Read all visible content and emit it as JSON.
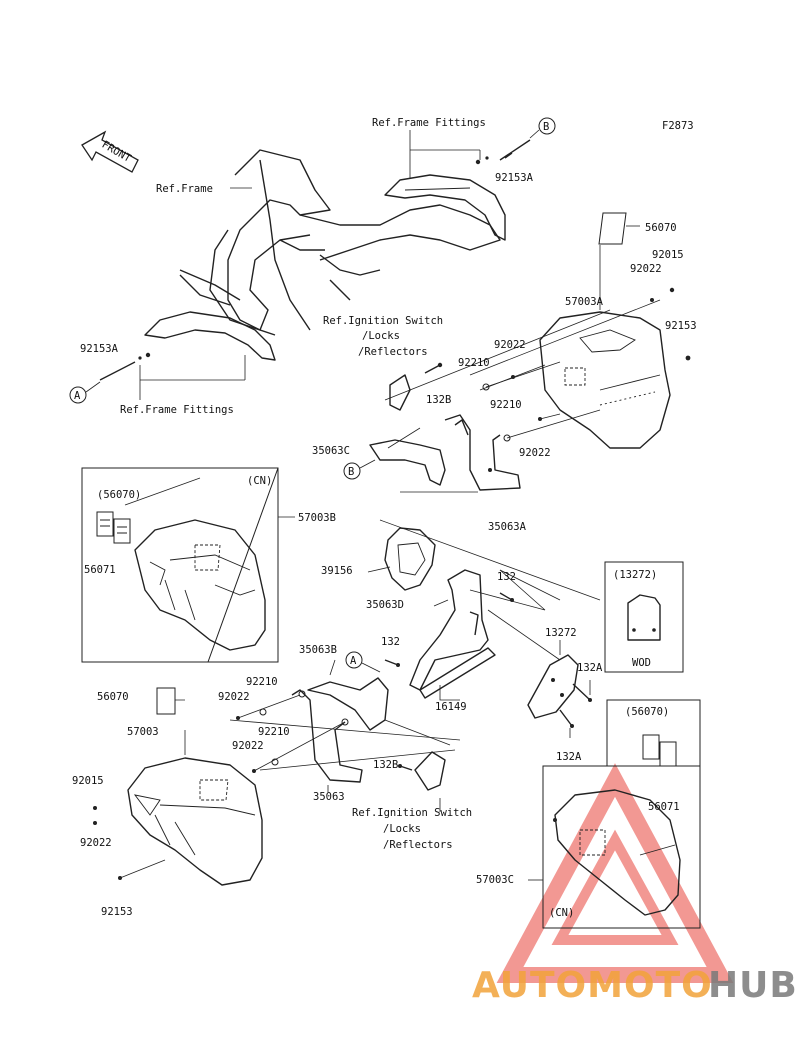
{
  "figure_code": "F2873",
  "front_label": "FRONT",
  "callouts": {
    "A": "A",
    "B": "B"
  },
  "labels": {
    "ref_frame": "Ref.Frame",
    "ref_frame_fittings_top": "Ref.Frame Fittings",
    "ref_frame_fittings_left": "Ref.Frame Fittings",
    "ref_ignition_1": [
      "Ref.Ignition Switch",
      "/Locks",
      "/Reflectors"
    ],
    "ref_ignition_2": [
      "Ref.Ignition Switch",
      "/Locks",
      "/Reflectors"
    ]
  },
  "part_numbers": {
    "p92153A_top": "92153A",
    "p92153A_left": "92153A",
    "p56070_r": "56070",
    "p92015_r": "92015",
    "p92022_r1": "92022",
    "p57003A": "57003A",
    "p92153_r": "92153",
    "p92022_r2": "92022",
    "p92210_r1": "92210",
    "p132B_top": "132B",
    "p92210_r2": "92210",
    "p35063C": "35063C",
    "p92022_r3": "92022",
    "p35063A": "35063A",
    "p57003B": "57003B",
    "p56070_cn_top": "(56070)",
    "p56071_cn_top": "56071",
    "cn_top": "(CN)",
    "p39156": "39156",
    "p132_a": "132",
    "p35063D": "35063D",
    "p13272_wod": "(13272)",
    "wod": "WOD",
    "p13272": "13272",
    "p132_b": "132",
    "p35063B": "35063B",
    "p132A_1": "132A",
    "p16149": "16149",
    "p92210_l1": "92210",
    "p56070_l": "56070",
    "p92022_l1": "92022",
    "p57003": "57003",
    "p92210_l2": "92210",
    "p92022_l2": "92022",
    "p132A_2": "132A",
    "p132B_bottom": "132B",
    "p56070_cn_bottom": "(56070)",
    "p92015_l": "92015",
    "p35063": "35063",
    "p92022_l3": "92022",
    "p56071_cn_bottom": "56071",
    "p57003C": "57003C",
    "cn_bottom": "(CN)",
    "p92153_l": "92153"
  },
  "watermark": {
    "part1": "AUTOMOTO",
    "part2": "HUB",
    "color_red": "#e8453c",
    "color_orange": "#f2a33a",
    "color_grey": "#7a7a7a"
  }
}
